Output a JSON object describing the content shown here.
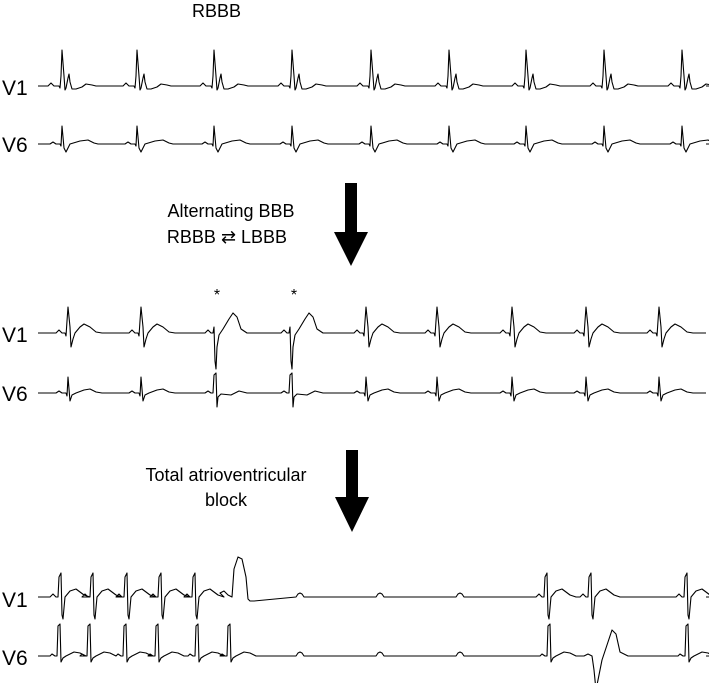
{
  "top_title": "RBBB",
  "middle_caption_line1": "Alternating BBB",
  "middle_caption_line2": "RBBB ⇄ LBBB",
  "bottom_caption_line1": "Total atrioventricular",
  "bottom_caption_line2": "block",
  "asterisk": "*",
  "panels": [
    {
      "id": "rbbb",
      "lead_labels": [
        "V1",
        "V6"
      ]
    },
    {
      "id": "alternating",
      "lead_labels": [
        "V1",
        "V6"
      ]
    },
    {
      "id": "av-block",
      "lead_labels": [
        "V1",
        "V6"
      ]
    }
  ],
  "arrow_icon": "down-arrow-icon"
}
